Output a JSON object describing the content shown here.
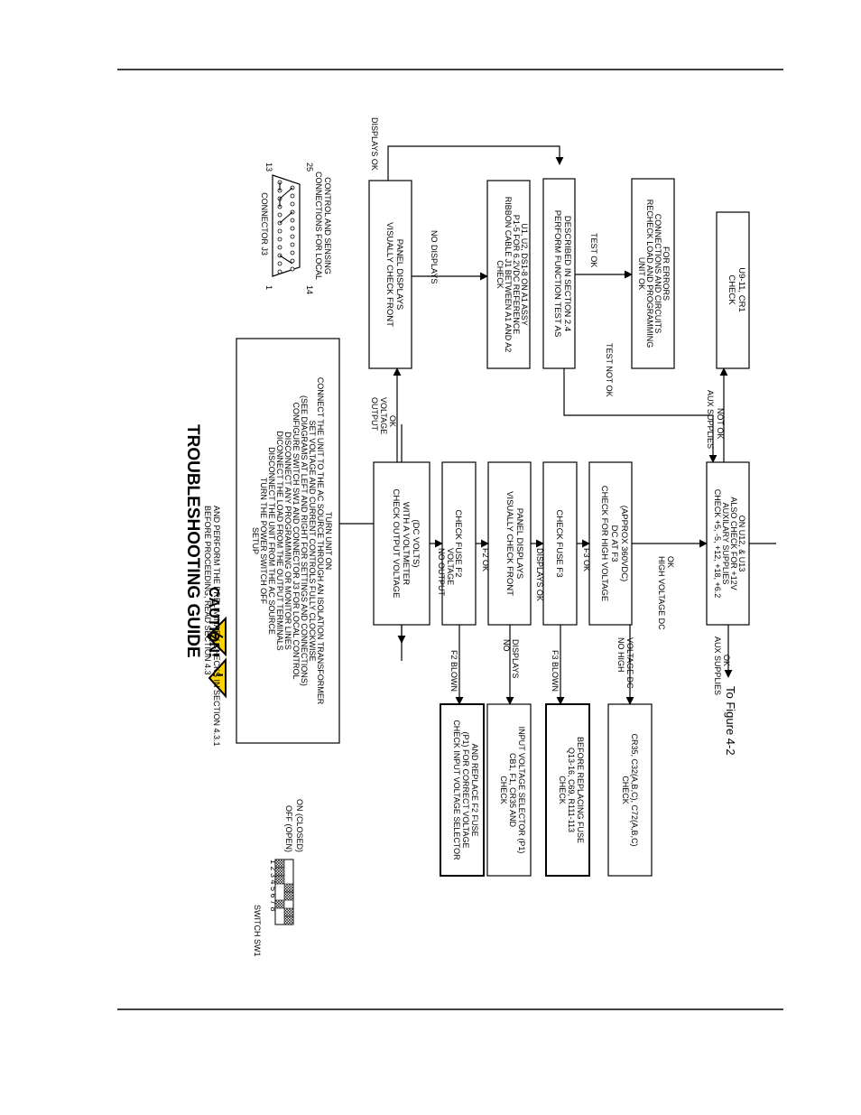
{
  "header": {
    "title": "TROUBLESHOOTING GUIDE"
  },
  "caution": {
    "label": "CAUTION!",
    "text1": "BEFORE PROCEEDING, READ SECTION 4.3",
    "text2": "AND PERFORM THE PRELIMINARY CHECKS IN SECTION 4.3.1"
  },
  "setup": {
    "lines": [
      "SETUP",
      "TURN THE POWER SWITCH OFF",
      "DISCONNECT THE UNIT FROM THE AC SOURCE",
      "DICONNECT THE LOAD FROM THE OUTPUT TERMINALS",
      "DISCONNECT ANY PROGRAMMING OR MONITOR LINES",
      "CONFIGURE SWITCH SW1 AND CONNECTOR J3 FOR LOCAL CONTROL",
      "(SEE DIAGRAMS AT LEFT AND RIGHT FOR SETTINGS AND CONNECTIONS)",
      "SET VOLTAGE AND CURRENT CONTROLS FULLY CLOCKWISE",
      "CONNECT THE UNIT TO THE AC SOURCE THROUGH AN ISOLATION TRANSFORMER",
      "TURN UNIT ON"
    ]
  },
  "switch": {
    "title": "SWITCH SW1",
    "numbers": "1 2 3 4 5 6 7 8",
    "off_label": "OFF (OPEN)",
    "on_label": "ON (CLOSED)"
  },
  "connector": {
    "title": "CONNECTOR J3",
    "pin13": "13",
    "pin1": "1",
    "pin25": "25",
    "pin14": "14",
    "caption1": "CONNECTIONS FOR LOCAL",
    "caption2": "CONTROL AND SENSING"
  },
  "main_boxes": {
    "check_output": [
      "CHECK OUTPUT VOLTAGE",
      "WITH A VOLTMETER",
      "(DC VOLTS)"
    ],
    "check_f2": [
      "CHECK FUSE F2"
    ],
    "visual2": [
      "VISUALLY CHECK FRONT",
      "PANEL DISPLAYS"
    ],
    "check_f3": [
      "CHECK FUSE F3"
    ],
    "check_hv": [
      "CHECK FOR HIGH VOLTAGE",
      "DC AT F3",
      "(APPROX 360VDC)"
    ],
    "check_aux": [
      "CHECK +5, -5, +12, +18, +6.2",
      "AUXILARY SUPPLIES",
      "ALSO CHECK FOR +12V",
      "ON U12, & U13"
    ]
  },
  "left_boxes": {
    "f2_blown": [
      "CHECK INPUT VOLTAGE SELECTOR",
      "(P1) FOR CORRECT VOLTAGE",
      "AND REPLACE F2 FUSE"
    ],
    "no_displays": [
      "CHECK",
      "CB1, F1, CR35 AND",
      "INPUT VOLTAGE SELECTOR (P1)"
    ],
    "f3_blown": [
      "CHECK",
      "Q13-16, C69, R111-113",
      "BEFORE REPLACING FUSE"
    ],
    "no_hv": [
      "CHECK",
      "CR35, C32(A,B,C), C72(A,B,C)"
    ]
  },
  "right_boxes": {
    "visual1": [
      "VISUALLY CHECK FRONT",
      "PANEL DISPLAYS"
    ],
    "ribbon": [
      "CHECK",
      "RIBBON CABLE J1 BETWEEN A1 AND A2",
      "P1-5 FOR 6.2VDC REFERENCE",
      "U1, U2, DS1-8 ON A1 ASSY"
    ],
    "function": [
      "PERFORM FUNCTION TEST AS",
      "DESCRIBED IN SECTION 2.4"
    ],
    "unit_ok": [
      "UNIT OK",
      "RECHECK LOAD AND PROGRAMMING",
      "CONNECTIONS AND CIRCUITS",
      "FOR ERRORS"
    ],
    "u9": [
      "CHECK",
      "U9-11, CR1"
    ]
  },
  "labels": {
    "output_ok": [
      "OUTPUT",
      "VOLTAGE",
      "OK"
    ],
    "no_output": [
      "NO OUTPUT",
      "VOLTAGE"
    ],
    "f2_ok": "F2 OK",
    "displays_ok": "DISPLAYS OK",
    "f3_ok": "F3 OK",
    "hv_ok": [
      "HIGH VOLTAGE DC",
      "OK"
    ],
    "aux_ok": [
      "AUX SUPPLIES",
      "OK"
    ],
    "aux_not_ok": [
      "AUX SUPPLIES",
      "NOT OK"
    ],
    "f2_blown": "F2 BLOWN",
    "no_displays": [
      "NO",
      "DISPLAYS"
    ],
    "f3_blown": "F3 BLOWN",
    "no_hv": [
      "NO HIGH",
      "VOLTAGE DC"
    ],
    "no_displays_top": "NO DISPLAYS",
    "displays_ok_top": "DISPLAYS OK",
    "test_ok": "TEST OK",
    "test_not_ok": "TEST NOT OK",
    "to_figure": "To Figure 4-2"
  }
}
